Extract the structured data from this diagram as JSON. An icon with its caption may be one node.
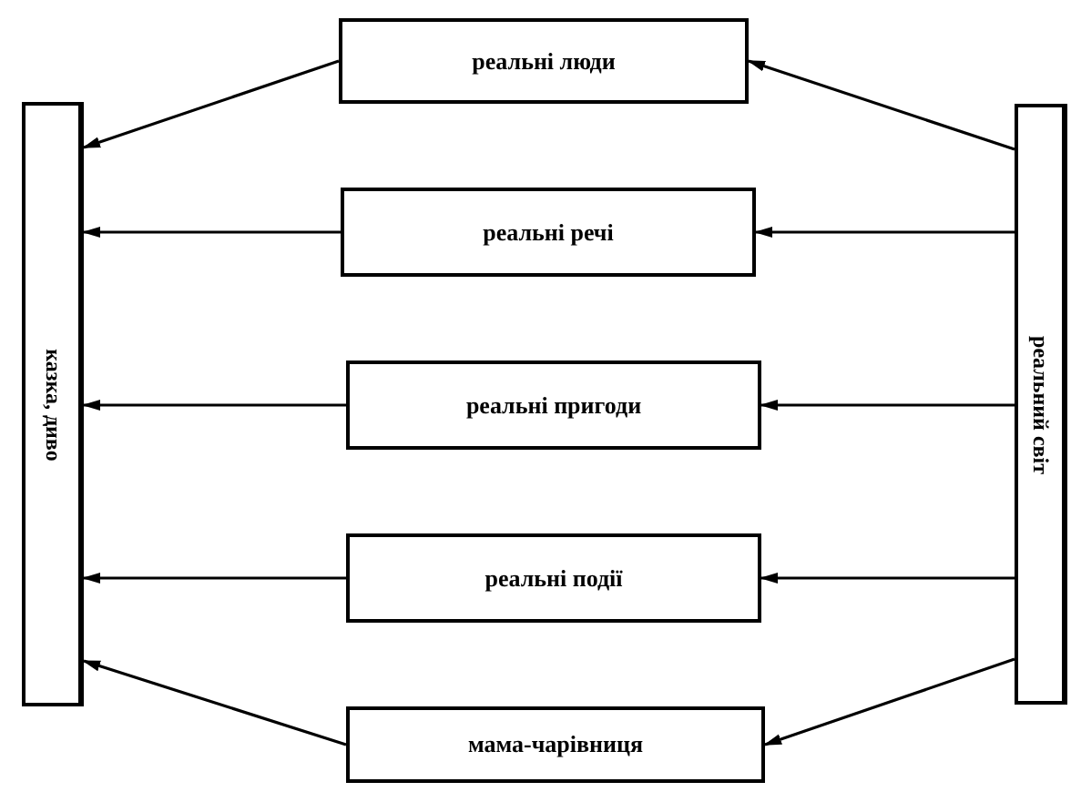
{
  "diagram": {
    "nodes": [
      {
        "text": [
          "казка, диво"
        ]
      },
      {
        "text": [
          "реальні люди"
        ]
      },
      {
        "text": [
          "реальні речі"
        ]
      },
      {
        "text": [
          "реальні пригоди"
        ]
      },
      {
        "text": [
          "реальні події"
        ]
      },
      {
        "text": [
          "мама-чарівниця"
        ]
      },
      {
        "text": [
          "реальний світ"
        ]
      }
    ],
    "edges": [
      {
        "from": 6,
        "to": 1,
        "arrow": "to"
      },
      {
        "from": 6,
        "to": 2,
        "arrow": "to"
      },
      {
        "from": 6,
        "to": 3,
        "arrow": "to"
      },
      {
        "from": 6,
        "to": 4,
        "arrow": "to"
      },
      {
        "from": 6,
        "to": 5,
        "arrow": "to"
      },
      {
        "from": 1,
        "to": 0,
        "arrow": "to"
      },
      {
        "from": 2,
        "to": 0,
        "arrow": "to"
      },
      {
        "from": 3,
        "to": 0,
        "arrow": "to"
      },
      {
        "from": 4,
        "to": 0,
        "arrow": "to"
      },
      {
        "from": 5,
        "to": 0,
        "arrow": "to"
      }
    ]
  }
}
